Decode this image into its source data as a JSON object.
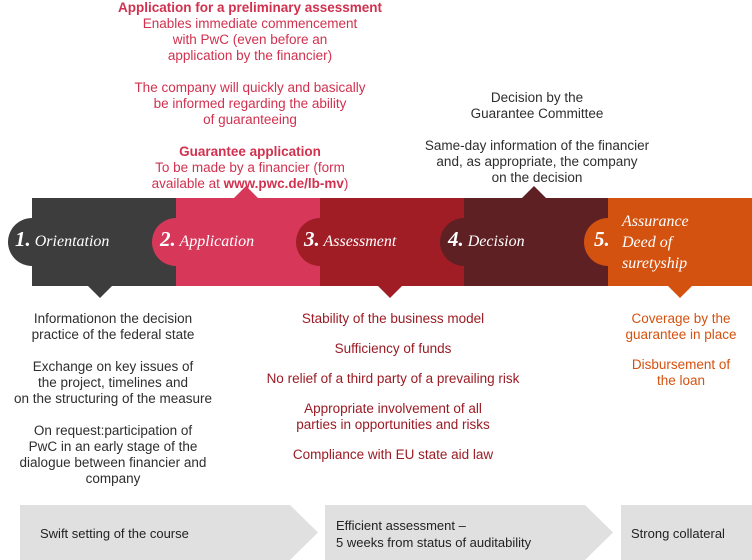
{
  "top_application": {
    "title": "Application for a preliminary assessment",
    "lines": [
      "Enables immediate commencement",
      "with PwC (even before an",
      "application by the financier)"
    ],
    "lines2": [
      "The company will quickly and basically",
      "be informed regarding the ability",
      "of guaranteeing"
    ],
    "guarantee_title": "Guarantee application",
    "guarantee_lines": [
      "To be  made by a financier (form",
      "available at "
    ],
    "guarantee_url": "www.pwc.de/lb-mv",
    "guarantee_tail": ")"
  },
  "top_decision": {
    "lines": [
      "Decision by the",
      "Guarantee Committee"
    ],
    "lines2": [
      "Same-day information of the financier",
      "and, as appropriate, the company",
      "on the decision"
    ]
  },
  "steps": [
    {
      "num": "1.",
      "label": "Orientation",
      "color": "#3d3d3d"
    },
    {
      "num": "2.",
      "label": "Application",
      "color": "#d7385a"
    },
    {
      "num": "3.",
      "label": "Assessment",
      "color": "#a01d25"
    },
    {
      "num": "4.",
      "label": "Decision",
      "color": "#5f2024"
    },
    {
      "num": "5.",
      "label_lines": [
        "Assurance",
        "Deed of",
        "suretyship"
      ],
      "color": "#d4520f"
    }
  ],
  "bottom_orientation": {
    "p1": [
      "Informationon the decision",
      "practice of the federal state"
    ],
    "p2": [
      "Exchange on key issues of",
      "the project, timelines and",
      "on the structuring of the measure"
    ],
    "p3": [
      "On request:participation of",
      "PwC in an early stage of the",
      "dialogue between financier and",
      "company"
    ]
  },
  "bottom_assessment": {
    "p1": "Stability of the business model",
    "p2": "Sufficiency of funds",
    "p3": "No relief of a third party of a prevailing risk",
    "p4": [
      "Appropriate involvement of all",
      "parties in opportunities and risks"
    ],
    "p5": "Compliance with EU state aid law"
  },
  "bottom_assurance": {
    "p1": [
      "Coverage by the",
      "guarantee in place"
    ],
    "p2": [
      "Disbursement of",
      "the loan"
    ]
  },
  "phases": [
    {
      "lines": [
        "Swift setting of the course"
      ]
    },
    {
      "lines": [
        "Efficient assessment –",
        "5 weeks from status of auditability"
      ]
    },
    {
      "lines": [
        "Strong collateral"
      ]
    }
  ]
}
